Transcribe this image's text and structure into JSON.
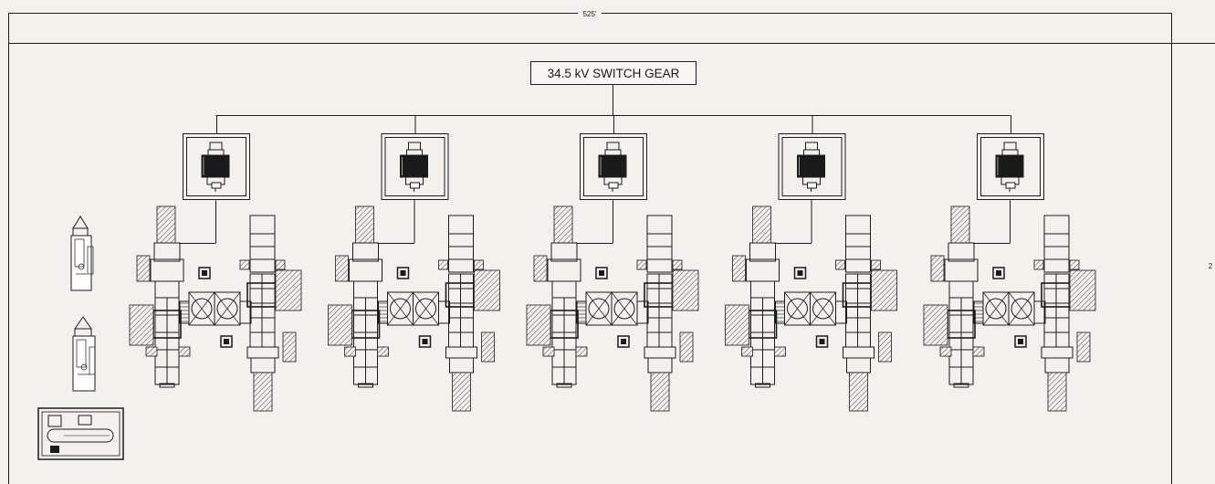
{
  "drawing": {
    "dimension_label": "525'",
    "edge_mark": "2",
    "switchgear_label": "34.5 kV SWITCH GEAR",
    "line_color": "#1a1a1a",
    "background": "#f2f1ec"
  },
  "units": [
    {
      "id": "unit-1"
    },
    {
      "id": "unit-2"
    },
    {
      "id": "unit-3"
    },
    {
      "id": "unit-4"
    },
    {
      "id": "unit-5"
    }
  ]
}
